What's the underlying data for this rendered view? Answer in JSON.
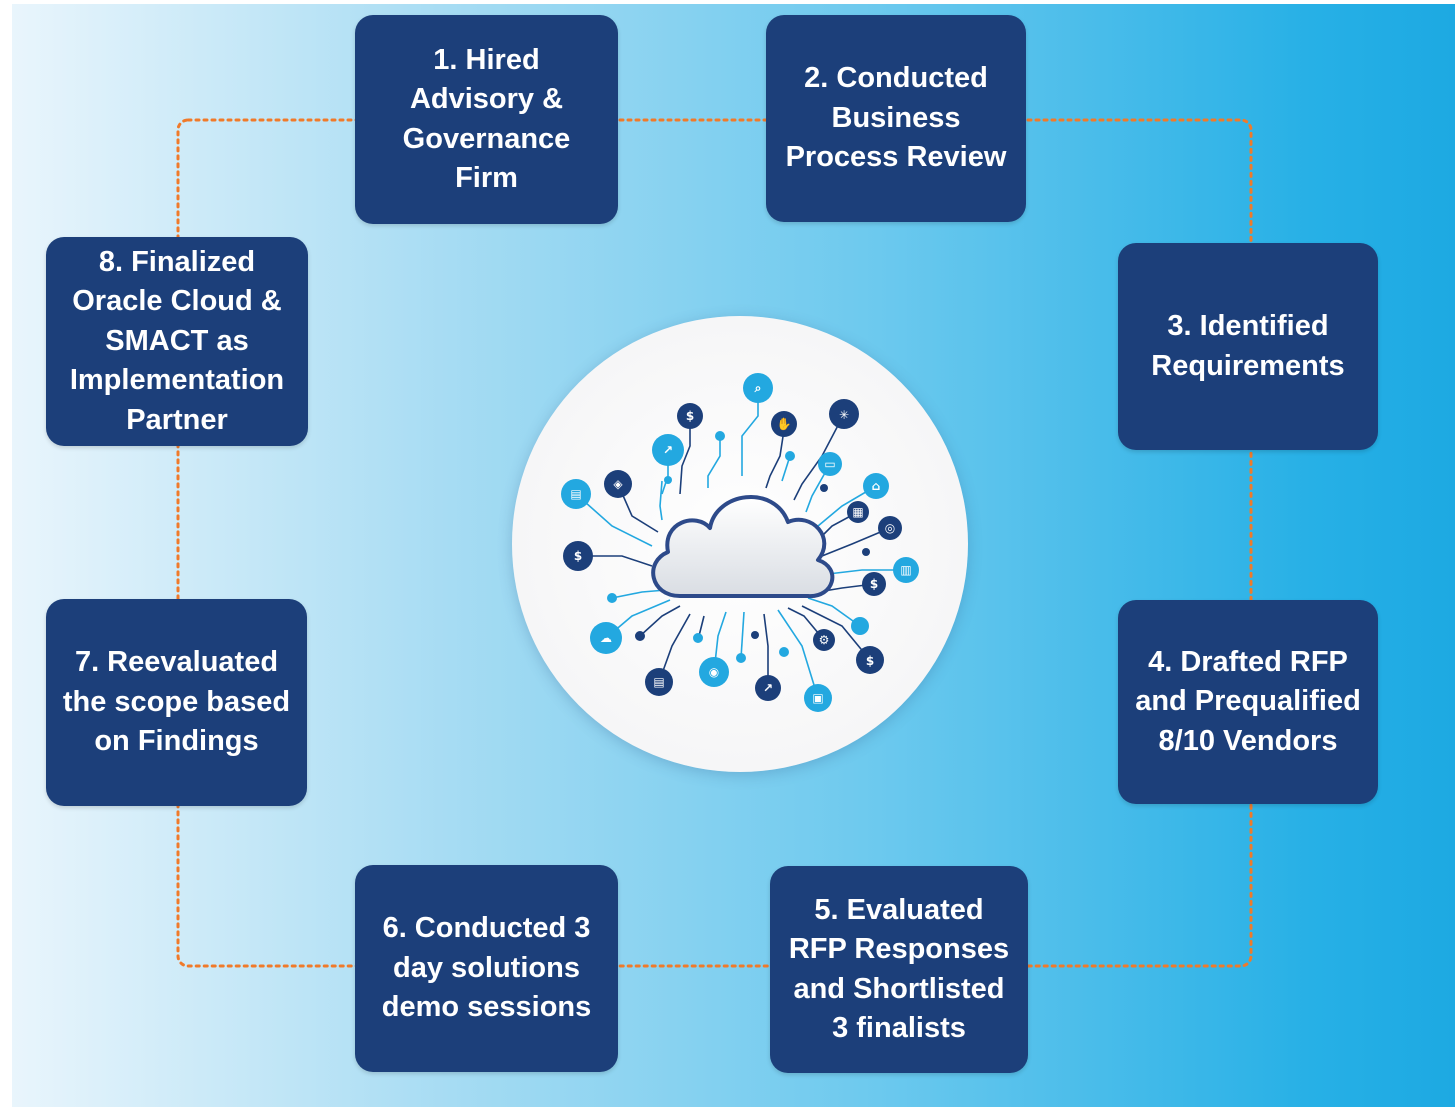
{
  "steps": [
    {
      "id": 1,
      "label": "1. Hired\nAdvisory &\nGovernance\nFirm"
    },
    {
      "id": 2,
      "label": "2. Conducted\nBusiness\nProcess Review"
    },
    {
      "id": 3,
      "label": "3. Identified\nRequirements"
    },
    {
      "id": 4,
      "label": "4. Drafted RFP\nand Prequalified\n8/10 Vendors"
    },
    {
      "id": 5,
      "label": "5. Evaluated\nRFP Responses\nand Shortlisted\n3 finalists"
    },
    {
      "id": 6,
      "label": "6. Conducted 3\nday solutions\ndemo sessions"
    },
    {
      "id": 7,
      "label": "7. Reevaluated\nthe scope based\non Findings"
    },
    {
      "id": 8,
      "label": "8. Finalized\nOracle Cloud &\nSMACT as\nImplementation\nPartner"
    }
  ],
  "colors": {
    "box": "#1c3f7a",
    "connector": "#f07a2a",
    "icon_dark": "#1c3f7a",
    "icon_light": "#23a8e0"
  },
  "hub_icons": [
    "cloud-icon",
    "chart-search-icon",
    "dollar-gear-icon",
    "handshake-icon",
    "sun-gear-icon",
    "growth-icon",
    "chat-icon",
    "home-icon",
    "shield-icon",
    "document-icon",
    "calculator-icon",
    "target-icon",
    "report-icon",
    "money-bag-icon",
    "hand-coin-icon",
    "cloud-data-icon",
    "gear-icon",
    "dollar-icon",
    "receipt-icon",
    "eye-icon",
    "trend-icon",
    "lock-icon"
  ]
}
